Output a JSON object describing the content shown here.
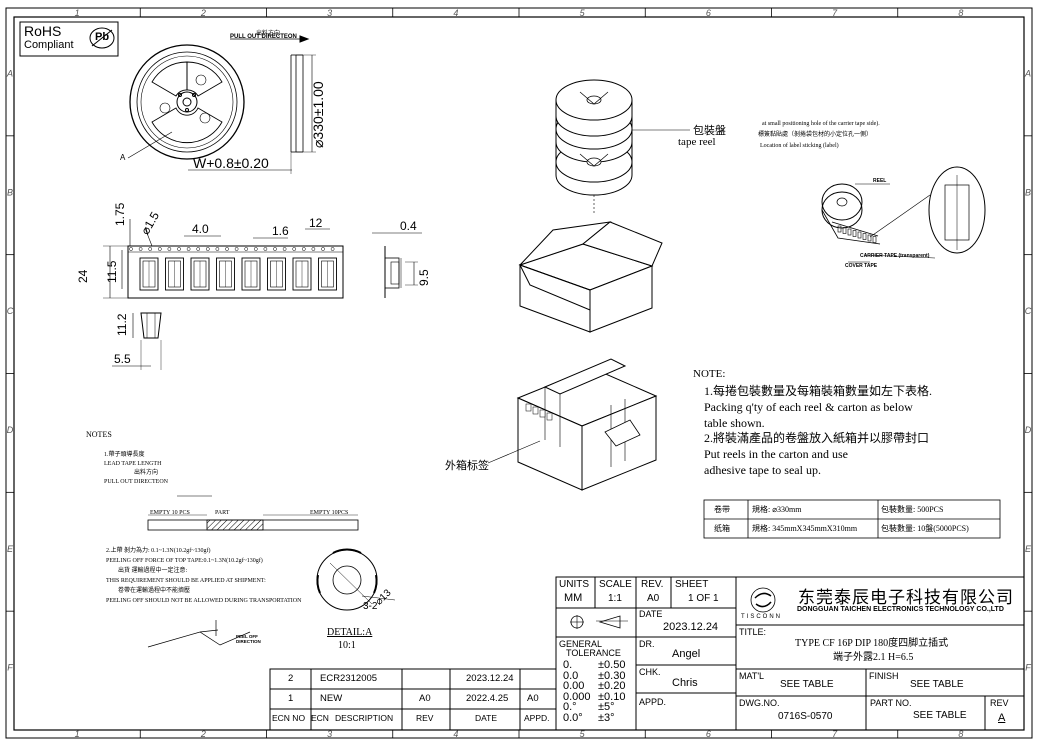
{
  "border": {
    "columns": [
      "1",
      "2",
      "3",
      "4",
      "5",
      "6",
      "7",
      "8"
    ],
    "rows": [
      "A",
      "B",
      "C",
      "D",
      "E",
      "F"
    ]
  },
  "rohs": {
    "title": "RoHS",
    "subtitle": "Compliant",
    "pb": "Pb"
  },
  "reel_view": {
    "pull_out_cn": "出料方向",
    "pull_out": "PULL OUT DIRECTEON",
    "dim_diameter": "⌀330±1.00",
    "dim_width": "W+0.8±0.20",
    "label_a": "A"
  },
  "tape_view": {
    "dim_175": "1.75",
    "dim_15": "⌀1.5",
    "dim_40": "4.0",
    "dim_16": "1.6",
    "dim_12": "12",
    "dim_04": "0.4",
    "dim_24": "24",
    "dim_115": "11.5",
    "dim_95": "9.5",
    "dim_112": "11.2",
    "dim_55": "5.5"
  },
  "package": {
    "reel_label_cn": "包裝盤",
    "reel_label_en": "tape reel",
    "carton_label_cn": "外箱标签",
    "label_note_1": "at small positioning hole of the carrier tape side).",
    "label_note_2": "標簽黏貼處（剝捲袋包材的小定位孔一側）",
    "label_note_3": "Location of label sticking (label)",
    "reel_tag": "REEL",
    "carrier_tape": "CARRIER TAPE (transparent)",
    "cover_tape": "COVER TAPE"
  },
  "note": {
    "title": "NOTE:",
    "lines": [
      "1.每捲包裝數量及每箱裝箱數量如左下表格.",
      "Packing q'ty of each reel & carton as below",
      "table shown.",
      "2.將裝滿產品的卷盤放入紙箱并以膠帶封口",
      "Put reels in the carton and use",
      "adhesive tape to seal up."
    ]
  },
  "pack_table": {
    "rows": [
      {
        "item": "卷带",
        "spec": "規格: ⌀330mm",
        "qty": "包裝數量: 500PCS"
      },
      {
        "item": "纸箱",
        "spec": "規格: 345mmX345mmX310mm",
        "qty": "包裝數量: 10盤(5000PCS)"
      }
    ]
  },
  "left_notes": {
    "title": "NOTES",
    "lines_1": [
      "1.帶子頭導長度",
      "LEAD TAPE LENGTH",
      "出料方向",
      "PULL OUT DIRECTEON"
    ],
    "empty_left": "EMPTY 10 PCS",
    "part": "PART",
    "empty_right": "EMPTY 10PCS",
    "lines_2": [
      "2.上帶 剝力為力: 0.1~1.3N(10.2gf~130gf)",
      "PEELING OFF FORCE OF TOP TAPE:0.1~1.3N(10.2gf~130gf)",
      "出貨 運輸過程中一定注意:",
      "THIS REQUIREMENT SHOULD BE APPLIED AT SHIPMENT:",
      "卷帶在運輸過程中不能擠壓",
      "PEELING OFF SHOULD NOT BE ALLOWED DURING TRANSPORTATION"
    ],
    "peel_dir": "PEEL OFF DIRECTION",
    "detail_title": "DETAIL:A",
    "detail_scale": "10:1",
    "detail_dim1": "3-2",
    "detail_dim2": "⌀13"
  },
  "revisions": {
    "rows": [
      {
        "no": "2",
        "ecn": "ECR2312005",
        "rev": "",
        "date": "2023.12.24",
        "appd": ""
      },
      {
        "no": "1",
        "ecn": "NEW",
        "rev": "A0",
        "date": "2022.4.25",
        "appd": "A0"
      }
    ],
    "headers": {
      "no": "ECN NO",
      "ecn": "ECN",
      "desc": "DESCRIPTION",
      "rev": "REV",
      "date": "DATE",
      "appd": "APPD."
    }
  },
  "title_block": {
    "units_label": "UNITS",
    "units": "MM",
    "scale_label": "SCALE",
    "scale": "1:1",
    "rev_label": "REV.",
    "rev": "A0",
    "sheet_label": "SHEET",
    "sheet": "1 OF 1",
    "date_label": "DATE",
    "date": "2023.12.24",
    "general_tol": "GENERAL",
    "tolerance": "TOLERANCE",
    "tol_rows": [
      {
        "fmt": "0.",
        "val": "±0.50"
      },
      {
        "fmt": "0.0",
        "val": "±0.30"
      },
      {
        "fmt": "0.00",
        "val": "±0.20"
      },
      {
        "fmt": "0.000",
        "val": "±0.10"
      },
      {
        "fmt": "0.°",
        "val": "±5°"
      },
      {
        "fmt": "0.0°",
        "val": "±3°"
      }
    ],
    "dr_label": "DR.",
    "dr": "Angel",
    "chk_label": "CHK.",
    "chk": "Chris",
    "appd_label": "APPD.",
    "appd": "",
    "company_cn": "东莞泰辰电子科技有限公司",
    "company_en": "DONGGUAN TAICHEN ELECTRONICS TECHNOLOGY CO.,LTD",
    "brand": "TISCONN",
    "title_label": "TITLE:",
    "title_1": "TYPE CF 16P DIP 180度四脚立插式",
    "title_2": "端子外露2.1 H=6.5",
    "matl_label": "MAT'L",
    "matl": "SEE TABLE",
    "finish_label": "FINISH",
    "finish": "SEE TABLE",
    "dwg_label": "DWG.NO.",
    "dwg": "0716S-0570",
    "partno_label": "PART NO.",
    "partno": "SEE TABLE",
    "rev2_label": "REV",
    "rev2": "A"
  }
}
